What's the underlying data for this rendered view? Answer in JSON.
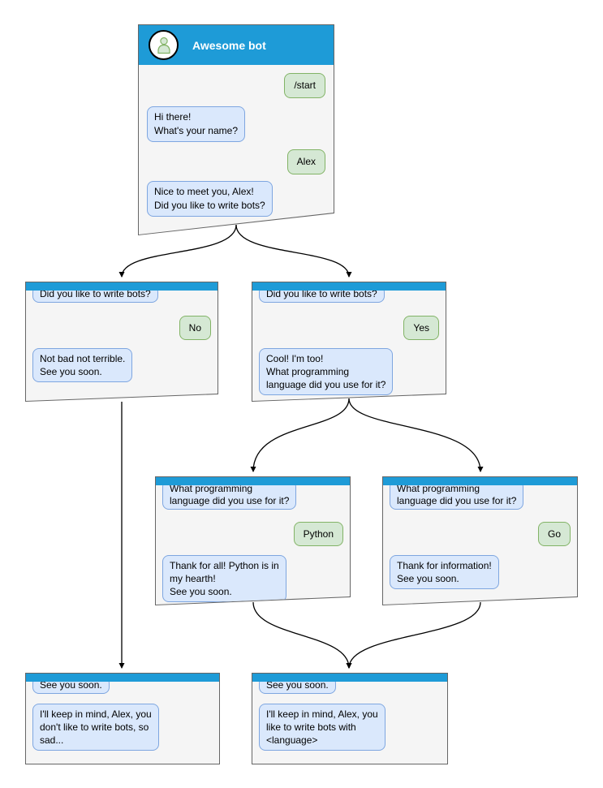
{
  "colors": {
    "header_blue": "#1e9bd7",
    "window_bg": "#f5f5f5",
    "window_border": "#666666",
    "bot_bubble_fill": "#dae8fc",
    "bot_bubble_border": "#7ea6e0",
    "user_bubble_fill": "#d5e8d4",
    "user_bubble_border": "#82b366",
    "arrow": "#000000"
  },
  "root": {
    "title": "Awesome bot",
    "messages": [
      {
        "side": "user",
        "text": "/start"
      },
      {
        "side": "bot",
        "text": "Hi there!\nWhat's your name?"
      },
      {
        "side": "user",
        "text": "Alex"
      },
      {
        "side": "bot",
        "text": "Nice to meet you, Alex!\nDid you like to write bots?"
      }
    ]
  },
  "branch_no": {
    "question": "Did you like to write bots?",
    "answer": "No",
    "reply": "Not bad not terrible.\nSee you soon."
  },
  "branch_yes": {
    "question": "Did you like to write bots?",
    "answer": "Yes",
    "reply": "Cool! I'm too!\nWhat programming\nlanguage did you use for it?"
  },
  "python_branch": {
    "question": "What programming\nlanguage did you use for it?",
    "answer": "Python",
    "reply": "Thank for all! Python is in\nmy hearth!\nSee you soon."
  },
  "go_branch": {
    "question": "What programming\nlanguage did you use for it?",
    "answer": "Go",
    "reply": "Thank for information!\nSee you soon."
  },
  "final_no": {
    "first": "See you soon.",
    "reply": "I'll keep in mind, Alex, you\ndon't like to write bots, so\nsad..."
  },
  "final_yes": {
    "first": "See you soon.",
    "reply": "I'll keep in mind, Alex, you\nlike to write bots with\n<language>"
  }
}
